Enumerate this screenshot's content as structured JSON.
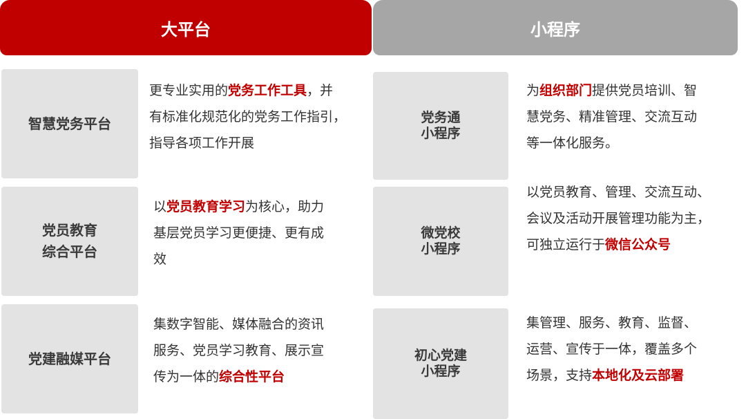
{
  "colors": {
    "accent": "#c00000",
    "header_gray": "#a6a6a6",
    "card_bg": "#e3e3e3",
    "text": "#333333"
  },
  "headers": {
    "left": "大平台",
    "right": "小程序"
  },
  "platforms": [
    {
      "name": "智慧党务平台",
      "desc_before": "更专业实用的",
      "desc_highlight": "党务工作工具",
      "desc_after": "，并\n有标准化规范化的党务工作指引，\n指导各项工作开展"
    },
    {
      "name": "党员教育\n综合平台",
      "desc_before": "以",
      "desc_highlight": "党员教育学习",
      "desc_after": "为核心，助力\n基层党员学习更便捷、更有成\n效"
    },
    {
      "name": "党建融媒平台",
      "desc_before": "集数字智能、媒体融合的资讯\n服务、党员学习教育、展示宣\n传为一体的",
      "desc_highlight": "综合性平台",
      "desc_after": ""
    }
  ],
  "programs": [
    {
      "name": "党务通\n小程序",
      "desc_before": "为",
      "desc_highlight": "组织部门",
      "desc_after": "提供党员培训、智\n慧党务、精准管理、交流互动\n等一体化服务。"
    },
    {
      "name": "微党校\n小程序",
      "desc_before": "以党员教育、管理、交流互动、\n会议及活动开展管理功能为主，\n可独立运行于",
      "desc_highlight": "微信公众号",
      "desc_after": ""
    },
    {
      "name": "初心党建\n小程序",
      "desc_before": "集管理、服务、教育、监督、\n运营、宣传于一体，覆盖多个\n场景，支持",
      "desc_highlight": "本地化及云部署",
      "desc_after": ""
    }
  ]
}
